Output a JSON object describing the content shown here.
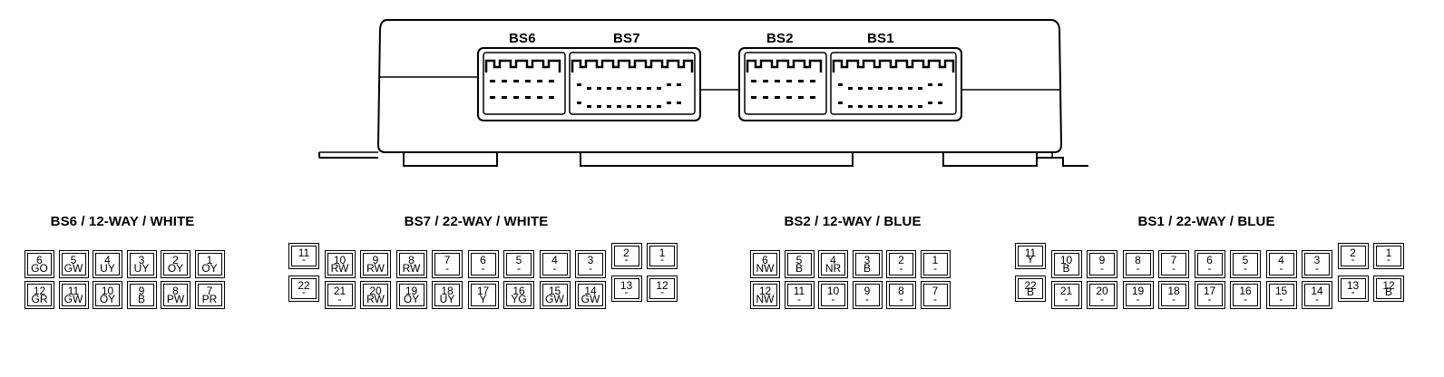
{
  "ecu": {
    "connector_labels": [
      "BS6",
      "BS7",
      "BS2",
      "BS1"
    ]
  },
  "connectors": [
    {
      "id": "BS6",
      "title": "BS6 / 12-WAY / WHITE",
      "top_row": [
        {
          "pin": "6",
          "color": "GO"
        },
        {
          "pin": "5",
          "color": "GW"
        },
        {
          "pin": "4",
          "color": "UY"
        },
        {
          "pin": "3",
          "color": "UY"
        },
        {
          "pin": "2",
          "color": "OY"
        },
        {
          "pin": "1",
          "color": "OY"
        }
      ],
      "bottom_row": [
        {
          "pin": "12",
          "color": "GR"
        },
        {
          "pin": "11",
          "color": "GW"
        },
        {
          "pin": "10",
          "color": "OY"
        },
        {
          "pin": "9",
          "color": "B"
        },
        {
          "pin": "8",
          "color": "PW"
        },
        {
          "pin": "7",
          "color": "PR"
        }
      ]
    },
    {
      "id": "BS7",
      "title": "BS7 / 22-WAY / WHITE",
      "top_row": [
        {
          "pin": "11",
          "color": "-"
        },
        {
          "pin": "10",
          "color": "RW"
        },
        {
          "pin": "9",
          "color": "RW"
        },
        {
          "pin": "8",
          "color": "RW"
        },
        {
          "pin": "7",
          "color": "-"
        },
        {
          "pin": "6",
          "color": "-"
        },
        {
          "pin": "5",
          "color": "-"
        },
        {
          "pin": "4",
          "color": "-"
        },
        {
          "pin": "3",
          "color": "-"
        },
        {
          "pin": "2",
          "color": "-"
        },
        {
          "pin": "1",
          "color": "-"
        }
      ],
      "bottom_row": [
        {
          "pin": "22",
          "color": "-"
        },
        {
          "pin": "21",
          "color": "-"
        },
        {
          "pin": "20",
          "color": "RW"
        },
        {
          "pin": "19",
          "color": "OY"
        },
        {
          "pin": "18",
          "color": "UY"
        },
        {
          "pin": "17",
          "color": "Y"
        },
        {
          "pin": "16",
          "color": "YG"
        },
        {
          "pin": "15",
          "color": "GW"
        },
        {
          "pin": "14",
          "color": "GW"
        },
        {
          "pin": "13",
          "color": "-"
        },
        {
          "pin": "12",
          "color": "-"
        }
      ]
    },
    {
      "id": "BS2",
      "title": "BS2 / 12-WAY / BLUE",
      "top_row": [
        {
          "pin": "6",
          "color": "NW"
        },
        {
          "pin": "5",
          "color": "B"
        },
        {
          "pin": "4",
          "color": "NR"
        },
        {
          "pin": "3",
          "color": "B"
        },
        {
          "pin": "2",
          "color": "-"
        },
        {
          "pin": "1",
          "color": "-"
        }
      ],
      "bottom_row": [
        {
          "pin": "12",
          "color": "NW"
        },
        {
          "pin": "11",
          "color": "-"
        },
        {
          "pin": "10",
          "color": "-"
        },
        {
          "pin": "9",
          "color": "-"
        },
        {
          "pin": "8",
          "color": "-"
        },
        {
          "pin": "7",
          "color": "-"
        }
      ]
    },
    {
      "id": "BS1",
      "title": "BS1 / 22-WAY / BLUE",
      "top_row": [
        {
          "pin": "11",
          "color": "Y"
        },
        {
          "pin": "10",
          "color": "B"
        },
        {
          "pin": "9",
          "color": "-"
        },
        {
          "pin": "8",
          "color": "-"
        },
        {
          "pin": "7",
          "color": "-"
        },
        {
          "pin": "6",
          "color": "-"
        },
        {
          "pin": "5",
          "color": "-"
        },
        {
          "pin": "4",
          "color": "-"
        },
        {
          "pin": "3",
          "color": "-"
        },
        {
          "pin": "2",
          "color": "-"
        },
        {
          "pin": "1",
          "color": "-"
        }
      ],
      "bottom_row": [
        {
          "pin": "22",
          "color": "B"
        },
        {
          "pin": "21",
          "color": "-"
        },
        {
          "pin": "20",
          "color": "-"
        },
        {
          "pin": "19",
          "color": "-"
        },
        {
          "pin": "18",
          "color": "-"
        },
        {
          "pin": "17",
          "color": "-"
        },
        {
          "pin": "16",
          "color": "-"
        },
        {
          "pin": "15",
          "color": "-"
        },
        {
          "pin": "14",
          "color": "-"
        },
        {
          "pin": "13",
          "color": "-"
        },
        {
          "pin": "12",
          "color": "B"
        }
      ]
    }
  ]
}
